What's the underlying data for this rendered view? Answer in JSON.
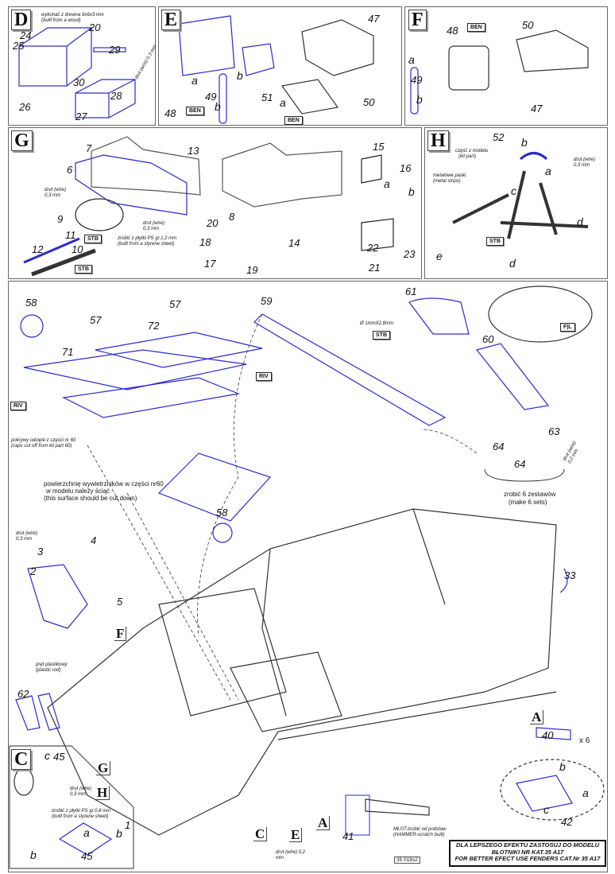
{
  "colors": {
    "part_outline": "#2a2ad0",
    "line_art": "#333333"
  },
  "sections": {
    "D": "D",
    "E": "E",
    "F": "F",
    "G": "G",
    "H": "H",
    "C": "C"
  },
  "D": {
    "wood_note": "wykonać z drewna 9x6x3 mm",
    "wood_note_en": "(built from a wood)",
    "wire": "drut (wire) 0,3 mm",
    "parts": [
      "20",
      "24",
      "25",
      "29",
      "26",
      "30",
      "28",
      "27"
    ]
  },
  "E": {
    "parts": [
      "47",
      "a",
      "49",
      "b",
      "51",
      "a",
      "50",
      "48",
      "b"
    ],
    "ben1": "BEN",
    "ben2": "BEN"
  },
  "F": {
    "parts": [
      "48",
      "50",
      "a",
      "49",
      "b",
      "47"
    ],
    "ben": "BEN"
  },
  "G": {
    "parts": [
      "7",
      "6",
      "13",
      "9",
      "11",
      "12",
      "10",
      "20",
      "18",
      "17",
      "19",
      "8",
      "14",
      "15",
      "16",
      "a",
      "b",
      "22",
      "23",
      "21"
    ],
    "stb1": "STB",
    "stb2": "STB",
    "wire1": "drut (wire) 0,3 mm",
    "wire2": "drut (wire) 0,3 mm",
    "styrene": "zrobić z płytki PS gr.1,2 mm",
    "styrene_en": "(built from a styrene sheet)"
  },
  "H": {
    "parts": [
      "52",
      "b",
      "a",
      "c",
      "d",
      "e",
      "d"
    ],
    "kit_part": "część z modelu",
    "kit_part_en": "(kit part)",
    "wire": "drut (wire) 0,3 mm",
    "metal": "metalowe paski",
    "metal_en": "(metal strips)",
    "stb": "STB"
  },
  "main": {
    "parts": [
      "58",
      "71",
      "57",
      "72",
      "57",
      "59",
      "61",
      "60",
      "63",
      "64",
      "64",
      "58",
      "4",
      "3",
      "2",
      "5",
      "33",
      "62",
      "40",
      "b",
      "a",
      "c",
      "42",
      "1",
      "41"
    ],
    "pin_note": "Ø 1mmX2,8mm",
    "stb": "STB",
    "fl": "F|L",
    "riv1": "RIV",
    "riv2": "RIV",
    "caps": "pokrywy odcięte z części nr 60",
    "caps_en": "(caps cut off from kit part 60)",
    "wire02": "drut (wire) 0,2 mm",
    "sets": "zrobić 6 zestawów",
    "sets_en": "(make 6 sets)",
    "surface1": "powierzchnię wywietrzników w części nr60",
    "surface2": "w modelu należy ściąć",
    "surface_en": "(this surface should be cut down)",
    "wire03": "drut (wire) 0,3 mm",
    "rod": "pręt plastikowy",
    "rod_en": "(plastic rod)",
    "times": "x 6",
    "refs": [
      "F",
      "A",
      "G",
      "H",
      "C",
      "E",
      "A"
    ],
    "hammer": "MŁOT-zrobić od podstaw",
    "hammer_en": "(HAMMER-scratch built)",
    "wire_bottom": "drut (wire) 0,2 mm"
  },
  "C": {
    "parts": [
      "c",
      "45",
      "a",
      "b",
      "b",
      "45"
    ],
    "wire": "drut (wire) 0,3 mm",
    "styrene": "zrobić z płytki PS gr.0,8 mm",
    "styrene_en": "(built from a styrene sheet)"
  },
  "footer": {
    "note1": "DLA LEPSZEGO EFEKTU ZASTOSUJ DO MODELU",
    "note2": "BŁOTNIKI  NR KAT.35 A17",
    "note3": "FOR BETTER EFECT USE FENDERS CAT.Nr 35 A17",
    "code": "35 019s2"
  }
}
